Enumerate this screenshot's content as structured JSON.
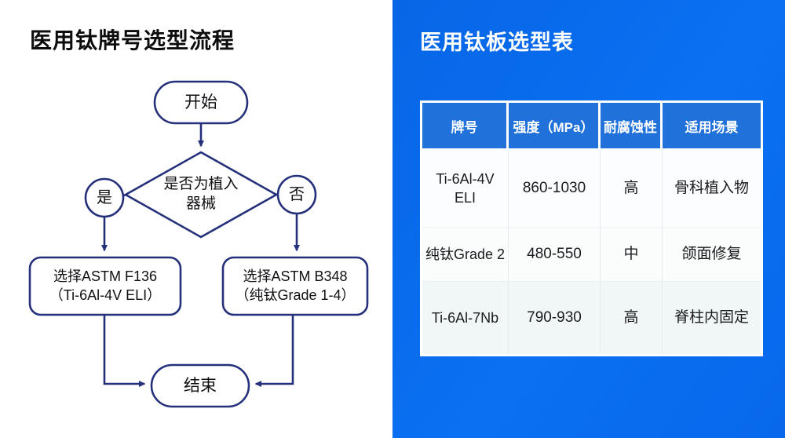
{
  "flowchart_panel": {
    "title": "医用钛牌号选型流程",
    "nodes": {
      "start": "开始",
      "decision": "是否为植入\n器械",
      "yes": "是",
      "no": "否",
      "box_left": "选择ASTM F136\n（Ti-6Al-4V ELI）",
      "box_right": "选择ASTM B348\n（纯钛Grade 1-4）",
      "end": "结束"
    },
    "colors": {
      "stroke": "#25307b",
      "text": "#101014",
      "background": "#ffffff"
    }
  },
  "table_panel": {
    "title": "医用钛板选型表",
    "colors": {
      "background": "#0a6cf0",
      "header_bg": "#2171da",
      "header_text": "#ffffff",
      "body_text": "#1c1c20",
      "row3_bg": "#f0f7f6"
    },
    "table": {
      "headers": [
        "牌号",
        "强度（MPa）",
        "耐腐蚀性",
        "适用场景"
      ],
      "rows": [
        [
          "Ti-6Al-4V ELI",
          "860-1030",
          "高",
          "骨科植入物"
        ],
        [
          "纯钛Grade 2",
          "480-550",
          "中",
          "颌面修复"
        ],
        [
          "Ti-6Al-7Nb",
          "790-930",
          "高",
          "脊柱内固定"
        ]
      ]
    }
  }
}
